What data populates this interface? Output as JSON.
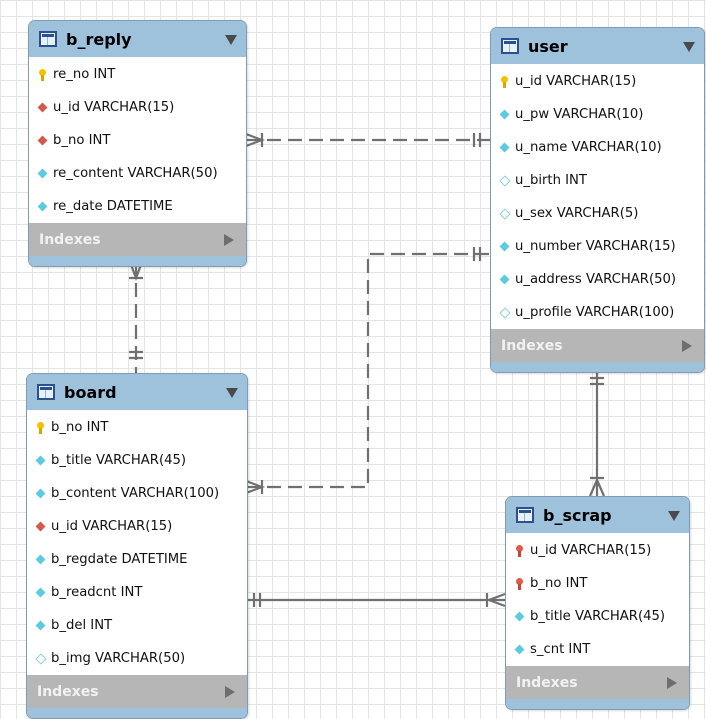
{
  "indexes_label": "Indexes",
  "tables": {
    "b_reply": {
      "name": "b_reply",
      "columns": [
        {
          "text": "re_no INT",
          "icon": "primary-key-icon"
        },
        {
          "text": "u_id VARCHAR(15)",
          "icon": "foreign-key-icon"
        },
        {
          "text": "b_no INT",
          "icon": "foreign-key-icon"
        },
        {
          "text": "re_content VARCHAR(50)",
          "icon": "not-null-column-icon"
        },
        {
          "text": "re_date DATETIME",
          "icon": "not-null-column-icon"
        }
      ]
    },
    "user": {
      "name": "user",
      "columns": [
        {
          "text": "u_id VARCHAR(15)",
          "icon": "primary-key-icon"
        },
        {
          "text": "u_pw VARCHAR(10)",
          "icon": "not-null-column-icon"
        },
        {
          "text": "u_name VARCHAR(10)",
          "icon": "not-null-column-icon"
        },
        {
          "text": "u_birth INT",
          "icon": "nullable-column-icon"
        },
        {
          "text": "u_sex VARCHAR(5)",
          "icon": "nullable-column-icon"
        },
        {
          "text": "u_number VARCHAR(15)",
          "icon": "not-null-column-icon"
        },
        {
          "text": "u_address VARCHAR(50)",
          "icon": "not-null-column-icon"
        },
        {
          "text": "u_profile VARCHAR(100)",
          "icon": "nullable-column-icon"
        }
      ]
    },
    "board": {
      "name": "board",
      "columns": [
        {
          "text": "b_no INT",
          "icon": "primary-key-icon"
        },
        {
          "text": "b_title VARCHAR(45)",
          "icon": "not-null-column-icon"
        },
        {
          "text": "b_content VARCHAR(100)",
          "icon": "not-null-column-icon"
        },
        {
          "text": "u_id VARCHAR(15)",
          "icon": "foreign-key-icon"
        },
        {
          "text": "b_regdate DATETIME",
          "icon": "not-null-column-icon"
        },
        {
          "text": "b_readcnt INT",
          "icon": "not-null-column-icon"
        },
        {
          "text": "b_del INT",
          "icon": "not-null-column-icon"
        },
        {
          "text": "b_img VARCHAR(50)",
          "icon": "nullable-column-icon"
        }
      ]
    },
    "b_scrap": {
      "name": "b_scrap",
      "columns": [
        {
          "text": "u_id VARCHAR(15)",
          "icon": "primary-foreign-key-icon"
        },
        {
          "text": "b_no INT",
          "icon": "primary-foreign-key-icon"
        },
        {
          "text": "b_title VARCHAR(45)",
          "icon": "not-null-column-icon"
        },
        {
          "text": "s_cnt INT",
          "icon": "not-null-column-icon"
        }
      ]
    }
  },
  "relationships": [
    {
      "from": "b_reply",
      "to": "user",
      "cardinality": "many-to-one",
      "style": "dashed"
    },
    {
      "from": "b_reply",
      "to": "board",
      "cardinality": "many-to-one",
      "style": "dashed"
    },
    {
      "from": "board",
      "to": "user",
      "cardinality": "many-to-one",
      "style": "dashed"
    },
    {
      "from": "b_scrap",
      "to": "user",
      "cardinality": "many-to-one",
      "style": "solid"
    },
    {
      "from": "b_scrap",
      "to": "board",
      "cardinality": "many-to-one",
      "style": "solid"
    }
  ],
  "colors": {
    "header": "#9ec1dc",
    "indexes_bar": "#b6b6b6",
    "connector": "#707070"
  }
}
